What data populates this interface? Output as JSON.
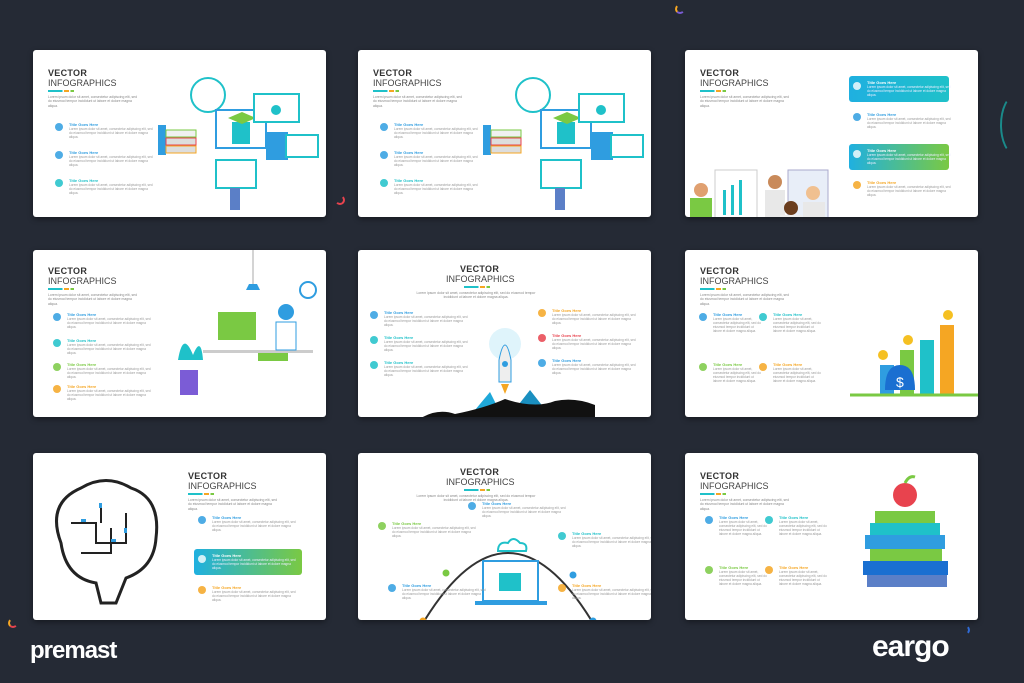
{
  "brand_left": "premast",
  "brand_right": "eargo",
  "colors": {
    "background": "#252a35",
    "teal": "#1fc1c9",
    "blue": "#2f9de0",
    "green": "#7ac943",
    "orange": "#f5a623",
    "red": "#e8434e"
  },
  "slides": [
    {
      "title": "VECTOR",
      "subtitle": "INFOGRAPHICS",
      "lorem": "Lorem ipsum dolor sit amet, consectetur adipiscing elit, sed do eiusmod tempor incididunt ut labore et dolore magna aliqua.",
      "items": [
        {
          "title": "Title Goes Here",
          "color": "#2f9de0"
        },
        {
          "title": "Title Goes Here",
          "color": "#2f9de0"
        },
        {
          "title": "Title Goes Here",
          "color": "#1fc1c9"
        }
      ]
    },
    {
      "title": "VECTOR",
      "subtitle": "INFOGRAPHICS",
      "lorem": "Lorem ipsum dolor sit amet, consectetur adipiscing elit, sed do eiusmod tempor incididunt ut labore et dolore magna aliqua.",
      "items": [
        {
          "title": "Title Goes Here",
          "color": "#2f9de0"
        },
        {
          "title": "Title Goes Here",
          "color": "#2f9de0"
        },
        {
          "title": "Title Goes Here",
          "color": "#1fc1c9"
        }
      ]
    },
    {
      "title": "VECTOR",
      "subtitle": "INFOGRAPHICS",
      "lorem": "Lorem ipsum dolor sit amet, consectetur adipiscing elit, sed do eiusmod tempor incididunt ut labore et dolore magna aliqua.",
      "items": [
        {
          "title": "Title Goes Here",
          "color": "#ffffff"
        },
        {
          "title": "Title Goes Here",
          "color": "#2f9de0"
        },
        {
          "title": "Title Goes Here",
          "color": "#ffffff"
        },
        {
          "title": "Title Goes Here",
          "color": "#f5a623"
        }
      ]
    },
    {
      "title": "VECTOR",
      "subtitle": "INFOGRAPHICS",
      "lorem": "Lorem ipsum dolor sit amet, consectetur adipiscing elit, sed do eiusmod tempor incididunt ut labore et dolore magna aliqua.",
      "items": [
        {
          "title": "Title Goes Here",
          "color": "#2f9de0"
        },
        {
          "title": "Title Goes Here",
          "color": "#1fc1c9"
        },
        {
          "title": "Title Goes Here",
          "color": "#7ac943"
        },
        {
          "title": "Title Goes Here",
          "color": "#f5a623"
        }
      ]
    },
    {
      "title": "VECTOR",
      "subtitle": "INFOGRAPHICS",
      "lorem": "Lorem ipsum dolor sit amet, consectetur adipiscing elit, sed do eiusmod tempor incididunt ut labore et dolore magna aliqua.",
      "items": [
        {
          "title": "Title Goes Here",
          "color": "#2f9de0"
        },
        {
          "title": "Title Goes Here",
          "color": "#1fc1c9"
        },
        {
          "title": "Title Goes Here",
          "color": "#1fc1c9"
        },
        {
          "title": "Title Goes Here",
          "color": "#f5a623"
        },
        {
          "title": "Title Goes Here",
          "color": "#e8434e"
        },
        {
          "title": "Title Goes Here",
          "color": "#2f9de0"
        }
      ]
    },
    {
      "title": "VECTOR",
      "subtitle": "INFOGRAPHICS",
      "lorem": "Lorem ipsum dolor sit amet, consectetur adipiscing elit, sed do eiusmod tempor incididunt ut labore et dolore magna aliqua.",
      "items": [
        {
          "title": "Title Goes Here",
          "color": "#2f9de0"
        },
        {
          "title": "Title Goes Here",
          "color": "#1fc1c9"
        },
        {
          "title": "Title Goes Here",
          "color": "#7ac943"
        },
        {
          "title": "Title Goes Here",
          "color": "#f5a623"
        }
      ]
    },
    {
      "title": "VECTOR",
      "subtitle": "INFOGRAPHICS",
      "lorem": "Lorem ipsum dolor sit amet, consectetur adipiscing elit, sed do eiusmod tempor incididunt ut labore et dolore magna aliqua.",
      "items": [
        {
          "title": "Title Goes Here",
          "color": "#2f9de0"
        },
        {
          "title": "Title Goes Here",
          "color": "#ffffff"
        },
        {
          "title": "Title Goes Here",
          "color": "#f5a623"
        }
      ]
    },
    {
      "title": "VECTOR",
      "subtitle": "INFOGRAPHICS",
      "lorem": "Lorem ipsum dolor sit amet, consectetur adipiscing elit, sed do eiusmod tempor incididunt ut labore et dolore magna aliqua.",
      "items": [
        {
          "title": "Title Goes Here",
          "color": "#7ac943"
        },
        {
          "title": "Title Goes Here",
          "color": "#1fc1c9"
        },
        {
          "title": "Title Goes Here",
          "color": "#2f9de0"
        },
        {
          "title": "Title Goes Here",
          "color": "#f5a623"
        },
        {
          "title": "Title Goes Here",
          "color": "#2f9de0"
        }
      ]
    },
    {
      "title": "VECTOR",
      "subtitle": "INFOGRAPHICS",
      "lorem": "Lorem ipsum dolor sit amet, consectetur adipiscing elit, sed do eiusmod tempor incididunt ut labore et dolore magna aliqua.",
      "items": [
        {
          "title": "Title Goes Here",
          "color": "#2f9de0"
        },
        {
          "title": "Title Goes Here",
          "color": "#1fc1c9"
        },
        {
          "title": "Title Goes Here",
          "color": "#7ac943"
        },
        {
          "title": "Title Goes Here",
          "color": "#f5a623"
        }
      ]
    }
  ]
}
